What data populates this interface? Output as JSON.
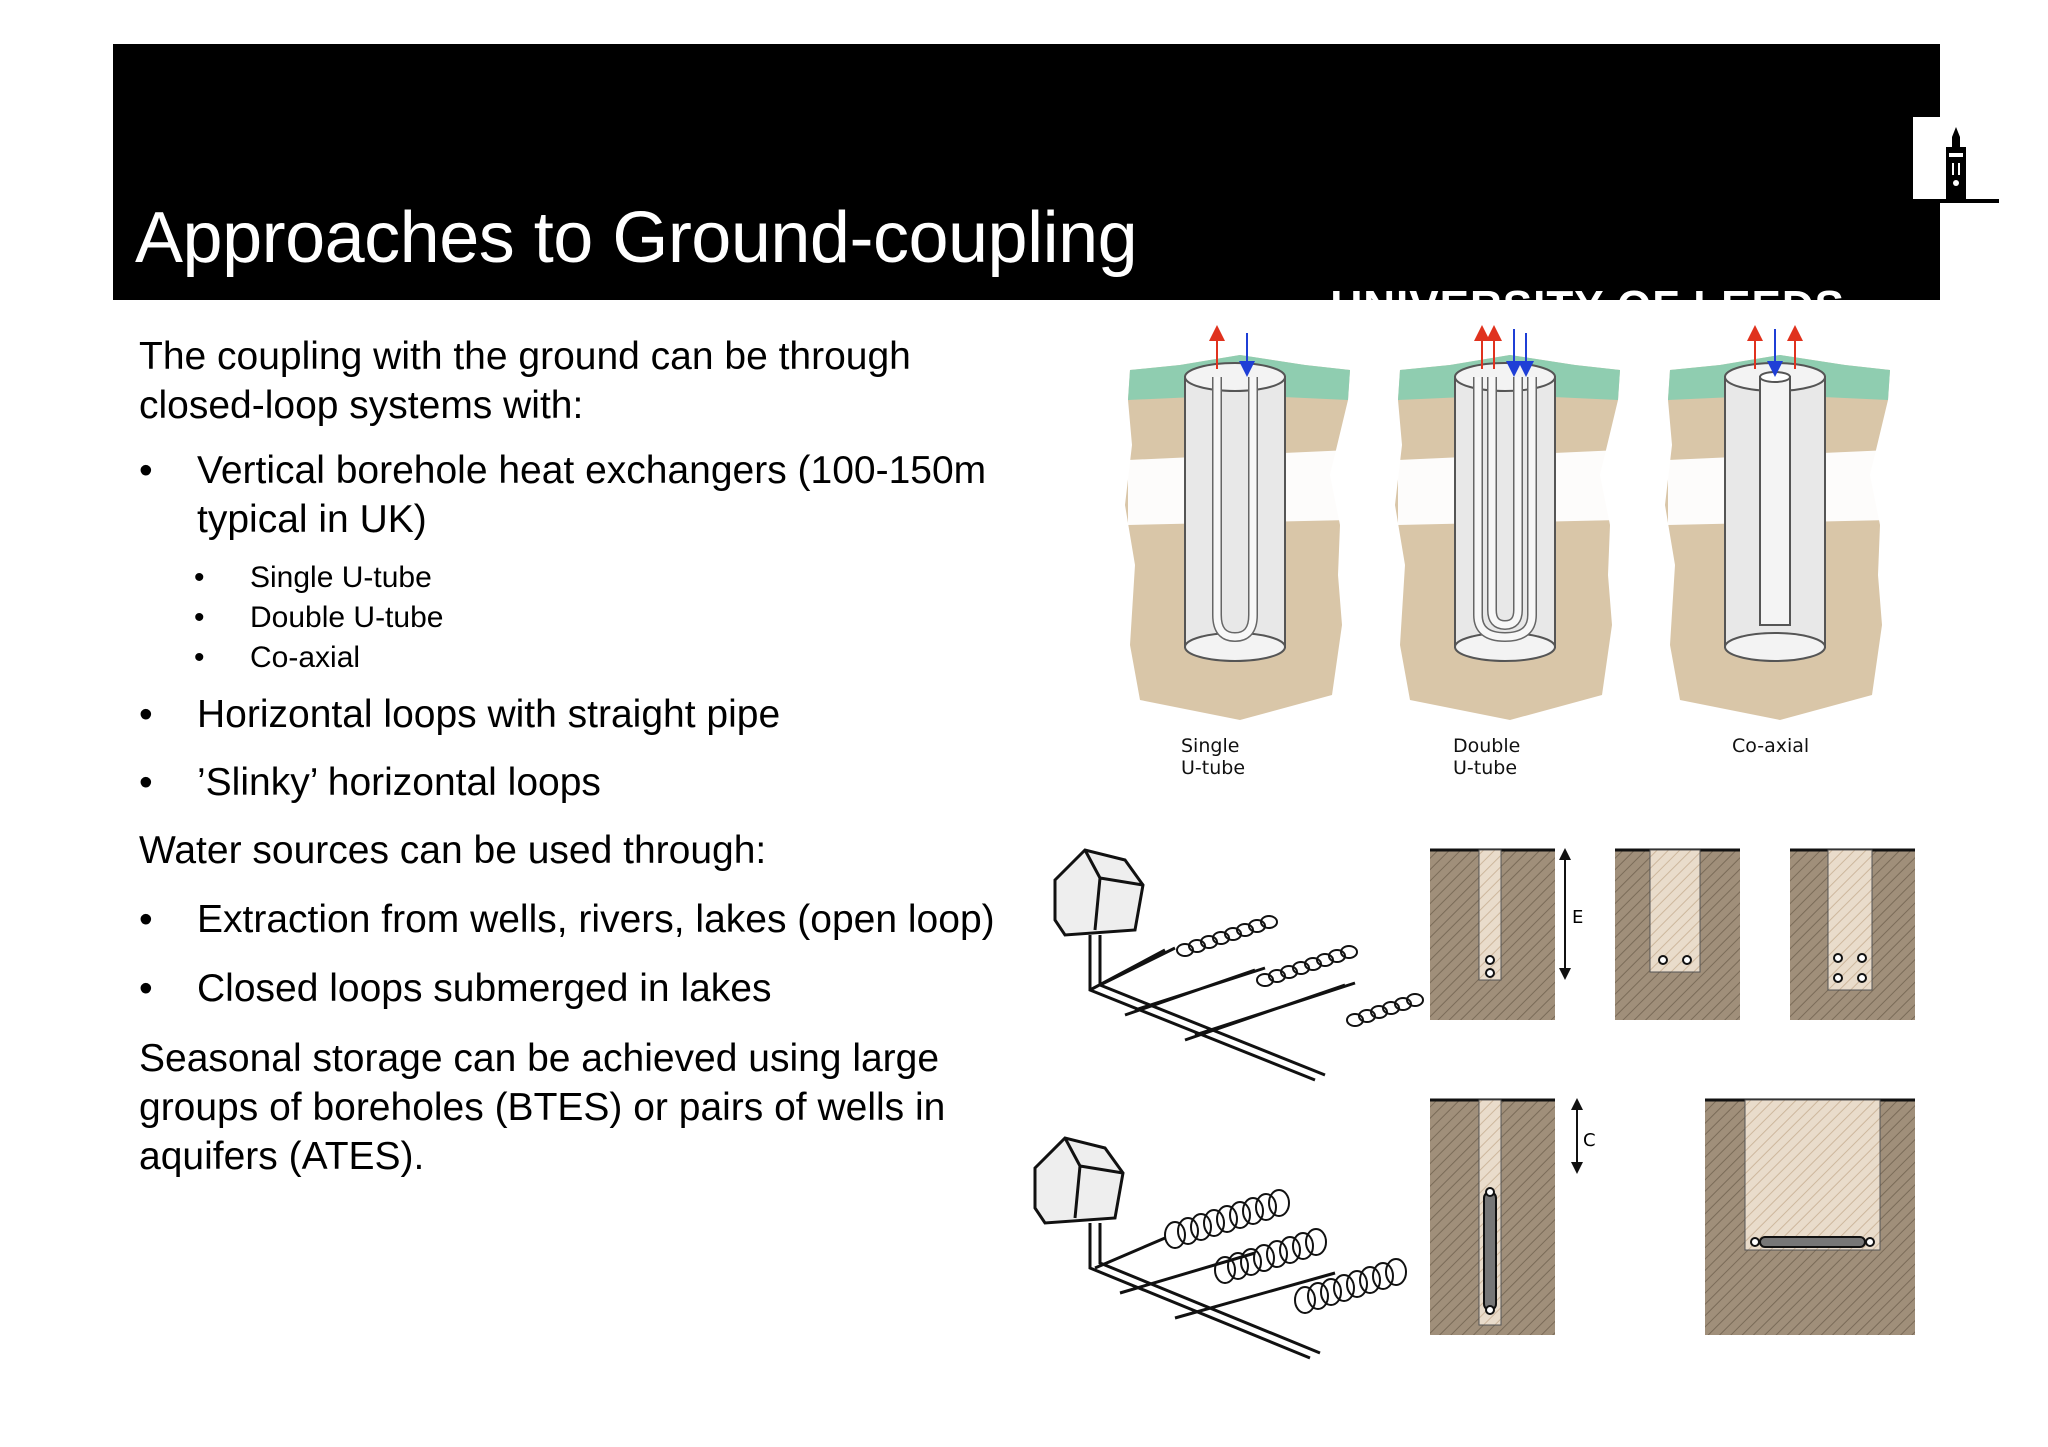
{
  "header": {
    "title": "Approaches to Ground-coupling",
    "logo_text": "UNIVERSITY OF LEEDS"
  },
  "content": {
    "intro": "The coupling with the ground can be through closed-loop systems with:",
    "bullets_closed": [
      "Vertical borehole heat exchangers (100-150m typical in UK)"
    ],
    "sub_bullets": [
      "Single U-tube",
      "Double U-tube",
      "Co-axial"
    ],
    "bullets_closed_2": [
      "Horizontal loops with straight pipe",
      "’Slinky’ horizontal loops"
    ],
    "water_intro": "Water sources can be used through:",
    "bullets_water": [
      "Extraction from wells, rivers, lakes (open loop)",
      "Closed loops submerged in lakes"
    ],
    "storage": "Seasonal storage can be achieved using large groups of boreholes (BTES) or pairs of wells in aquifers (ATES).",
    "bullet_symbol": "•"
  },
  "figures": {
    "borehole_captions": [
      {
        "line1": "Single",
        "line2": "U-tube"
      },
      {
        "line1": "Double",
        "line2": "U-tube"
      },
      {
        "line1": "Co-axial",
        "line2": ""
      }
    ],
    "trench_labels": {
      "e": "E",
      "c": "C"
    }
  },
  "colors": {
    "header_bg": "#000000",
    "grass": "#8fcdb0",
    "soil": "#d9c6a8",
    "hot_arrow": "#e0321e",
    "cold_arrow": "#1f3fd6",
    "trench_soil": "#a08f7a"
  }
}
